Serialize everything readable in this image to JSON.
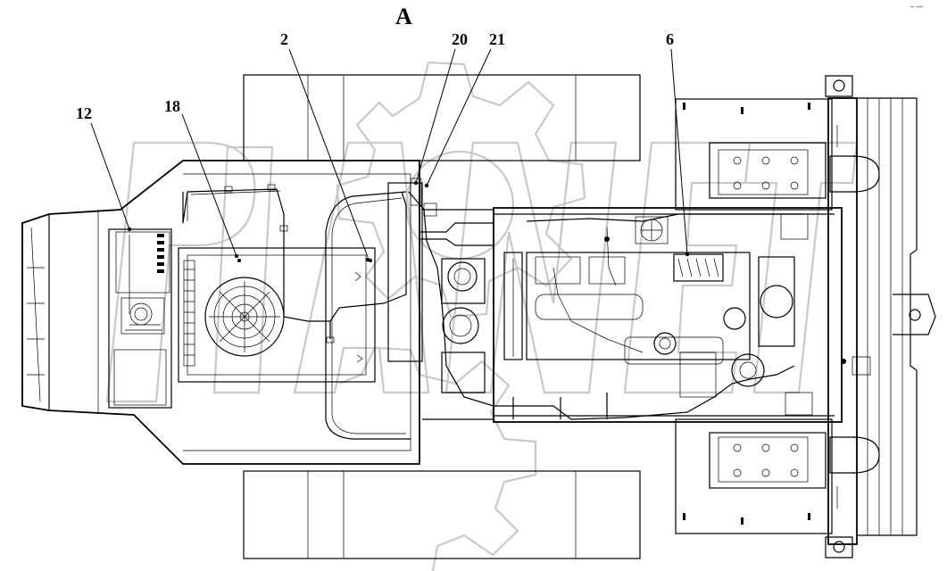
{
  "drawing": {
    "view_label": "A",
    "callouts": [
      {
        "id": "c12",
        "label": "12"
      },
      {
        "id": "c18",
        "label": "18"
      },
      {
        "id": "c2",
        "label": "2"
      },
      {
        "id": "c20",
        "label": "20"
      },
      {
        "id": "c21",
        "label": "21"
      },
      {
        "id": "c6",
        "label": "6"
      }
    ],
    "watermark": {
      "text": "PLANETA",
      "color": "#c9c9c9"
    },
    "corner_mark": "•• ••••",
    "line_color": "#000000",
    "background": "#ffffff"
  }
}
